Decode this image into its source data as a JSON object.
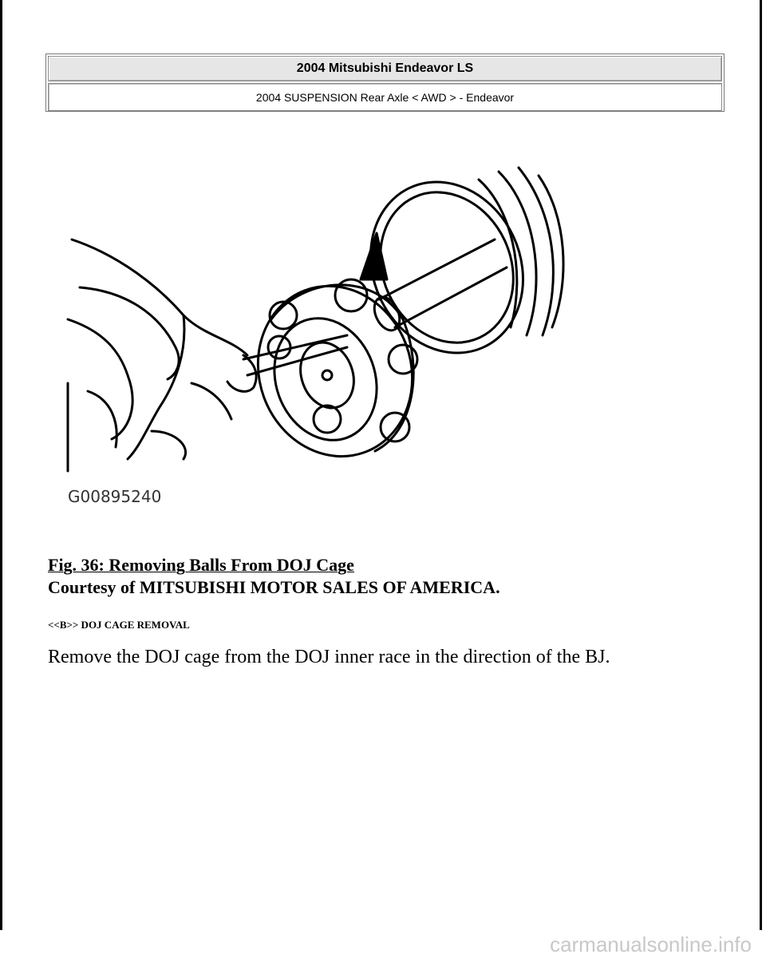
{
  "header": {
    "title": "2004 Mitsubishi Endeavor LS",
    "subtitle": "2004 SUSPENSION Rear Axle < AWD > - Endeavor"
  },
  "figure": {
    "code": "G00895240"
  },
  "caption": {
    "title": "Fig. 36: Removing Balls From DOJ Cage",
    "courtesy": "Courtesy of MITSUBISHI MOTOR SALES OF AMERICA."
  },
  "section": {
    "heading": "<<B>> DOJ CAGE REMOVAL",
    "body": "Remove the DOJ cage from the DOJ inner race in the direction of the BJ."
  },
  "footer": {
    "watermark": "carmanualsonline.info"
  }
}
